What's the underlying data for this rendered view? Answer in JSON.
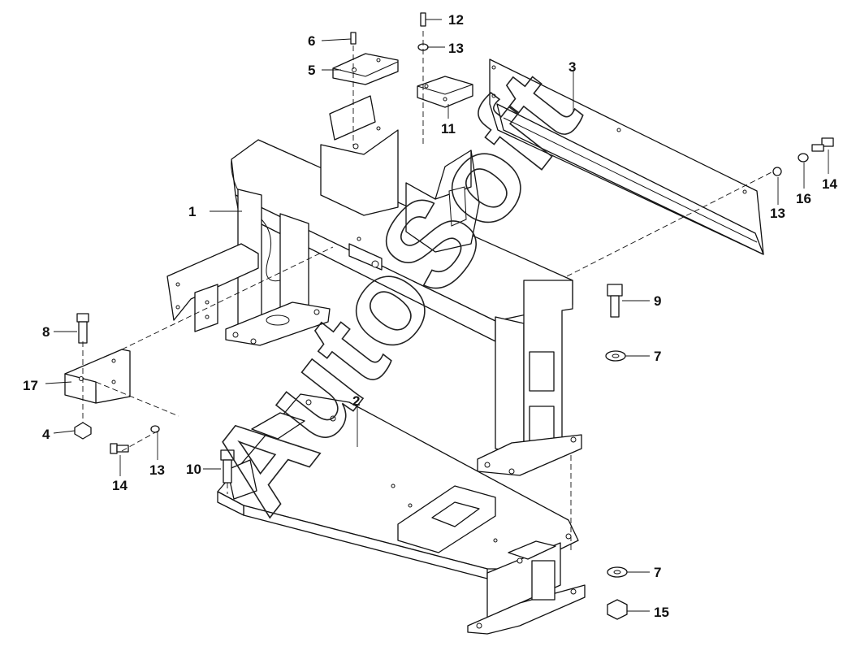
{
  "diagram": {
    "watermark": "AutoSoft",
    "callouts": [
      "1",
      "2",
      "3",
      "4",
      "5",
      "6",
      "7",
      "7",
      "8",
      "9",
      "10",
      "11",
      "12",
      "13",
      "13",
      "13",
      "14",
      "14",
      "15",
      "16",
      "17"
    ]
  }
}
